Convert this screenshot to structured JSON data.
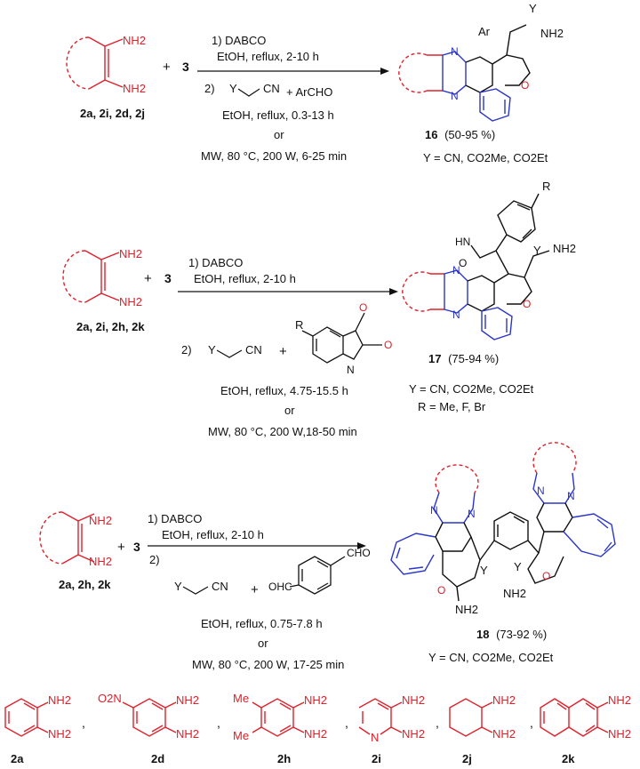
{
  "colors": {
    "ink": "#111111",
    "red_fragment": "#e0202a",
    "blue_fragment": "#2b35c8"
  },
  "common": {
    "nh2": "NH2",
    "plus": "+",
    "reagent3": "3",
    "or": "or",
    "step1_line1": "1) DABCO",
    "step1_line2": "EtOH, reflux, 2-10 h",
    "y_label": "Y",
    "cn_label": "CN",
    "n_atom": "N",
    "o_atom": "O",
    "hn": "HN",
    "comma": ","
  },
  "reaction1": {
    "diamine_label": "2a, 2i, 2d, 2j",
    "step2": "2)",
    "archo": "+ ArCHO",
    "cond1": "EtOH, reflux, 0.3-13 h",
    "cond2": "MW, 80 °C, 200 W, 6-25 min",
    "ar": "Ar",
    "product_number": "16",
    "product_yield": "(50-95 %)",
    "y_def": "Y = CN, CO2Me, CO2Et"
  },
  "reaction2": {
    "diamine_label": "2a, 2i, 2h, 2k",
    "step2": "2)",
    "r_label": "R",
    "cond1": "EtOH, reflux, 4.75-15.5 h",
    "cond2": "MW, 80 °C, 200 W,18-50 min",
    "product_number": "17",
    "product_yield": "(75-94 %)",
    "y_def": "Y = CN, CO2Me, CO2Et",
    "r_def": "R = Me, F, Br"
  },
  "reaction3": {
    "diamine_label": "2a, 2h, 2k",
    "step2": "2)",
    "cho": "CHO",
    "ohc": "OHC",
    "cond1": "EtOH, reflux, 0.75-7.8 h",
    "cond2": "MW, 80 °C, 200 W, 17-25 min",
    "product_number": "18",
    "product_yield": "(73-92 %)",
    "y_def": "Y = CN, CO2Me, CO2Et"
  },
  "diamines": [
    {
      "label": "2a"
    },
    {
      "label": "2d",
      "substituent": "O2N"
    },
    {
      "label": "2h",
      "substituent": "Me"
    },
    {
      "label": "2i",
      "hetero": "N"
    },
    {
      "label": "2j"
    },
    {
      "label": "2k"
    }
  ]
}
